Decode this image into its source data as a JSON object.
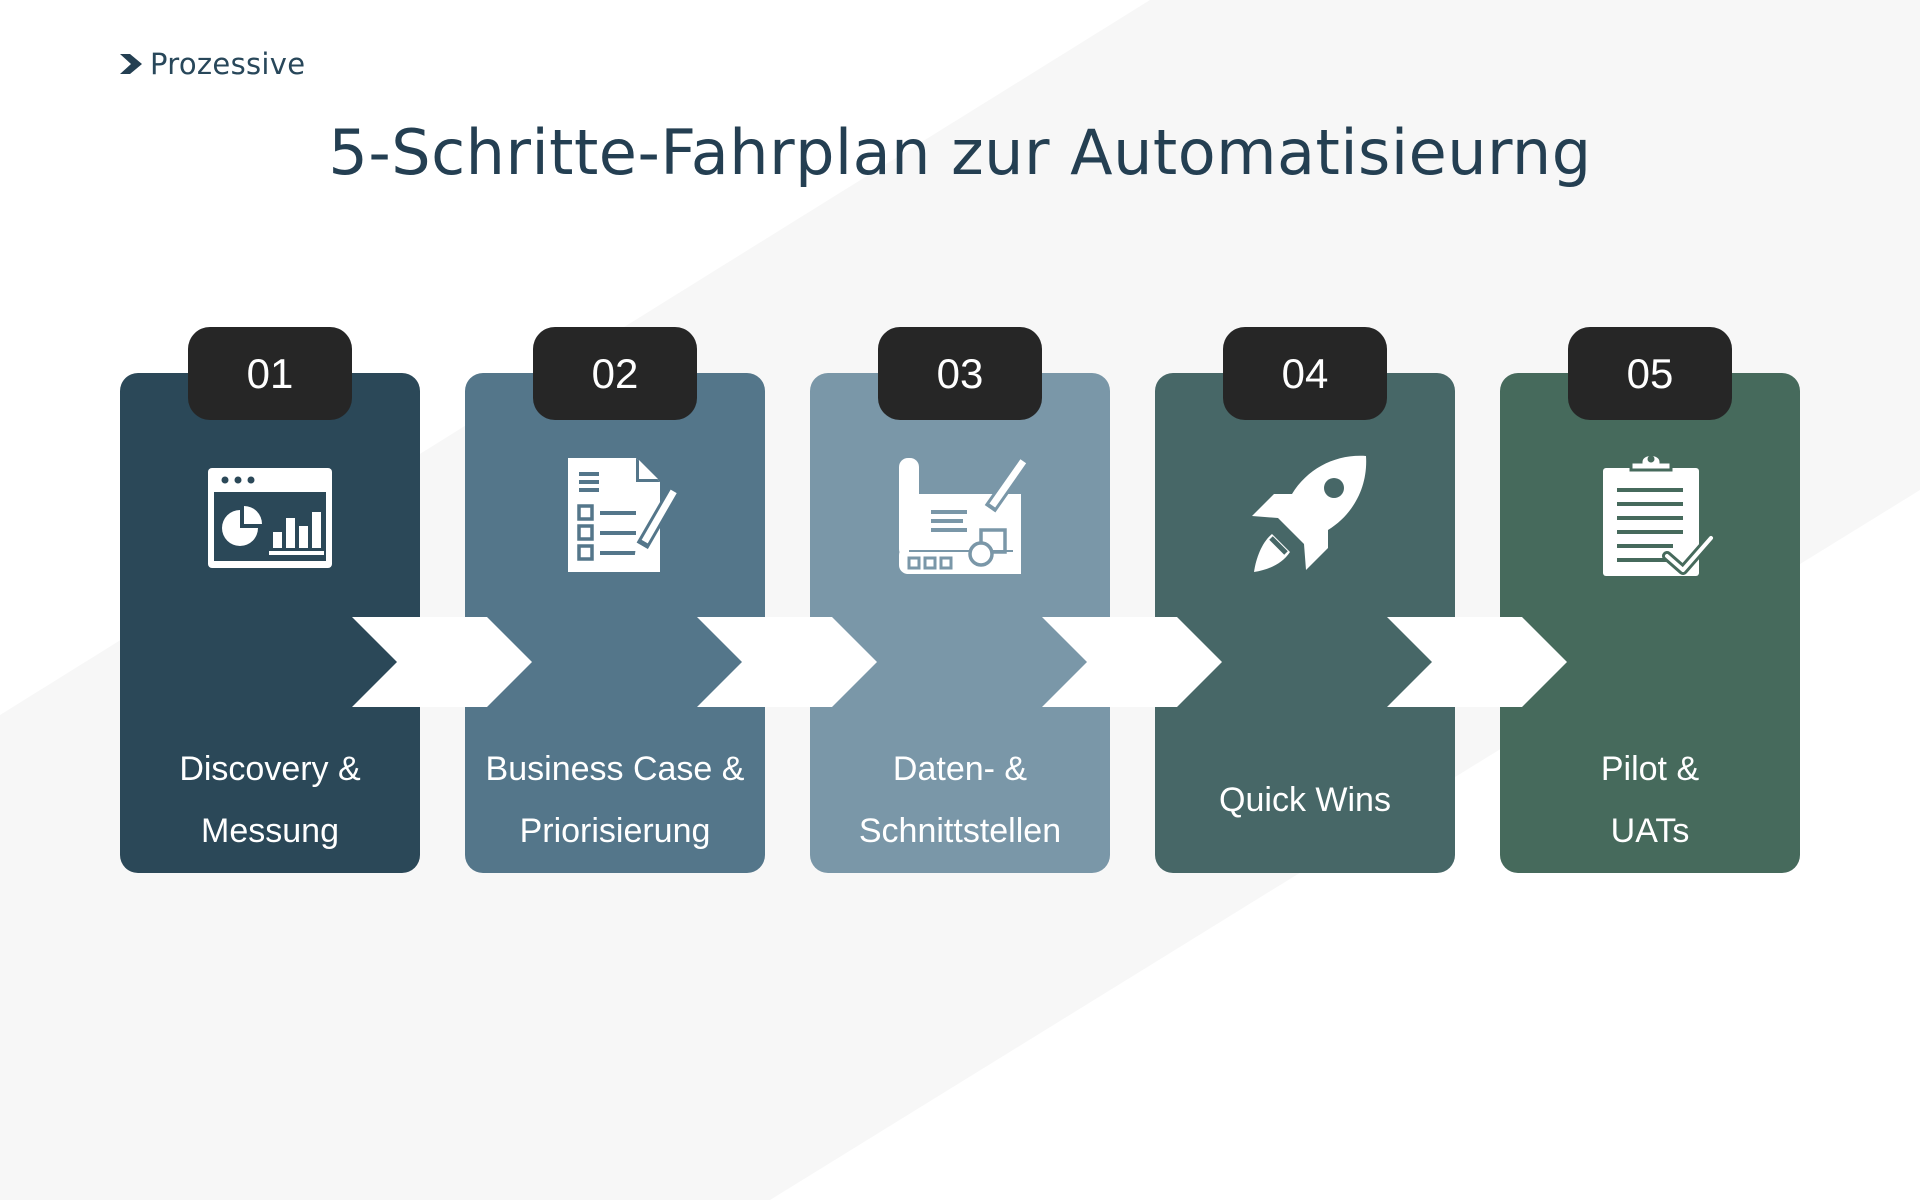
{
  "brand": {
    "name": "Prozessive",
    "logo_icon": "chevron-right-logo-icon"
  },
  "title": "5-Schritte-Fahrplan zur Automatisieurng",
  "colors": {
    "title": "#243f52",
    "badge": "#262626",
    "step_01": "#2b4858",
    "step_02": "#54768a",
    "step_03": "#7a97a8",
    "step_04": "#476767",
    "step_05": "#466a5c",
    "arrow": "#ffffff",
    "background_band": "#f7f7f7"
  },
  "steps": [
    {
      "number": "01",
      "line1": "Discovery &",
      "line2": "Messung",
      "icon": "dashboard-chart-icon"
    },
    {
      "number": "02",
      "line1": "Business Case &",
      "line2": "Priorisierung",
      "icon": "document-checklist-icon"
    },
    {
      "number": "03",
      "line1": "Daten- &",
      "line2": "Schnittstellen",
      "icon": "blueprint-plan-icon"
    },
    {
      "number": "04",
      "line1": "",
      "line2": "Quick Wins",
      "icon": "rocket-icon"
    },
    {
      "number": "05",
      "line1": "Pilot &",
      "line2": "UATs",
      "icon": "clipboard-check-icon"
    }
  ]
}
